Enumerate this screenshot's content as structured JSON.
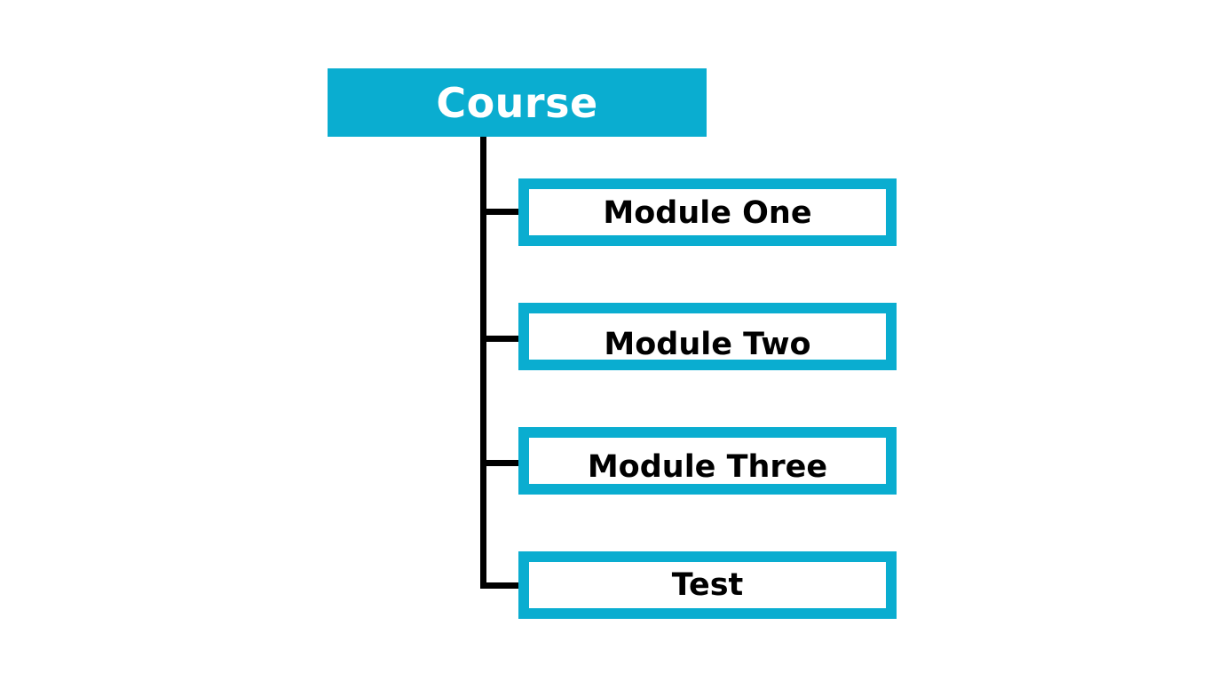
{
  "diagram": {
    "root": {
      "label": "Course"
    },
    "children": [
      {
        "label": "Module One"
      },
      {
        "label": "Module Two"
      },
      {
        "label": "Module Three"
      },
      {
        "label": "Test"
      }
    ]
  },
  "colors": {
    "accent": "#0aadd0",
    "connector": "#000000",
    "root_text": "#ffffff",
    "child_text": "#000000",
    "background": "#ffffff"
  }
}
